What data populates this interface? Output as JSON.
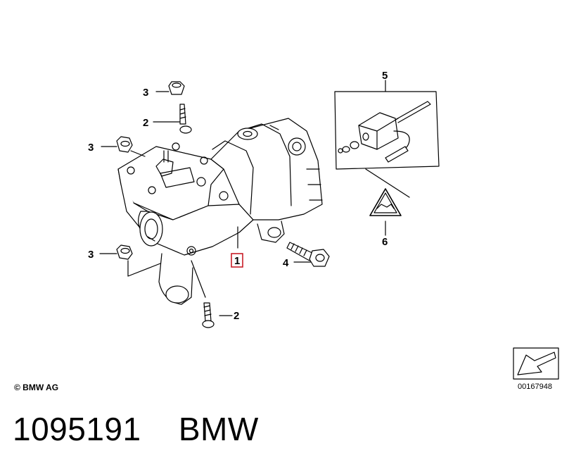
{
  "diagram": {
    "callouts": {
      "c1": "1",
      "c2a": "2",
      "c2b": "2",
      "c3a": "3",
      "c3b": "3",
      "c3c": "3",
      "c4": "4",
      "c5": "5",
      "c6": "6"
    },
    "copyright": "© BMW AG",
    "drawing_number": "00167948",
    "highlight_color": "#c81e28"
  },
  "footer": {
    "part_number": "1095191",
    "brand": "BMW"
  }
}
